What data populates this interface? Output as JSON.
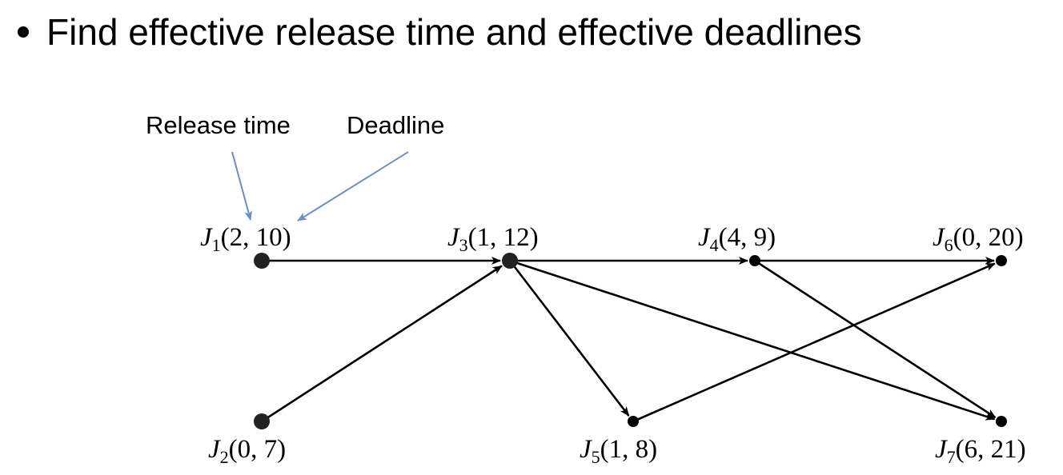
{
  "heading": {
    "bullet": "•",
    "text": "Find effective release time and effective deadlines"
  },
  "annotations": {
    "release_label": "Release time",
    "deadline_label": "Deadline",
    "arrow_color": "#6b8fc5"
  },
  "graph": {
    "nodes": [
      {
        "id": "J1",
        "letter": "J",
        "sub": "1",
        "params": "(2, 10)",
        "size": "large"
      },
      {
        "id": "J2",
        "letter": "J",
        "sub": "2",
        "params": "(0, 7)",
        "size": "large"
      },
      {
        "id": "J3",
        "letter": "J",
        "sub": "3",
        "params": "(1, 12)",
        "size": "large"
      },
      {
        "id": "J4",
        "letter": "J",
        "sub": "4",
        "params": "(4, 9)",
        "size": "small"
      },
      {
        "id": "J5",
        "letter": "J",
        "sub": "5",
        "params": "(1, 8)",
        "size": "small"
      },
      {
        "id": "J6",
        "letter": "J",
        "sub": "6",
        "params": "(0, 20)",
        "size": "small"
      },
      {
        "id": "J7",
        "letter": "J",
        "sub": "7",
        "params": "(6, 21)",
        "size": "small"
      }
    ],
    "edges": [
      {
        "from": "J1",
        "to": "J3"
      },
      {
        "from": "J2",
        "to": "J3"
      },
      {
        "from": "J3",
        "to": "J4"
      },
      {
        "from": "J3",
        "to": "J5"
      },
      {
        "from": "J3",
        "to": "J7"
      },
      {
        "from": "J4",
        "to": "J6"
      },
      {
        "from": "J4",
        "to": "J7"
      },
      {
        "from": "J5",
        "to": "J6"
      }
    ]
  }
}
